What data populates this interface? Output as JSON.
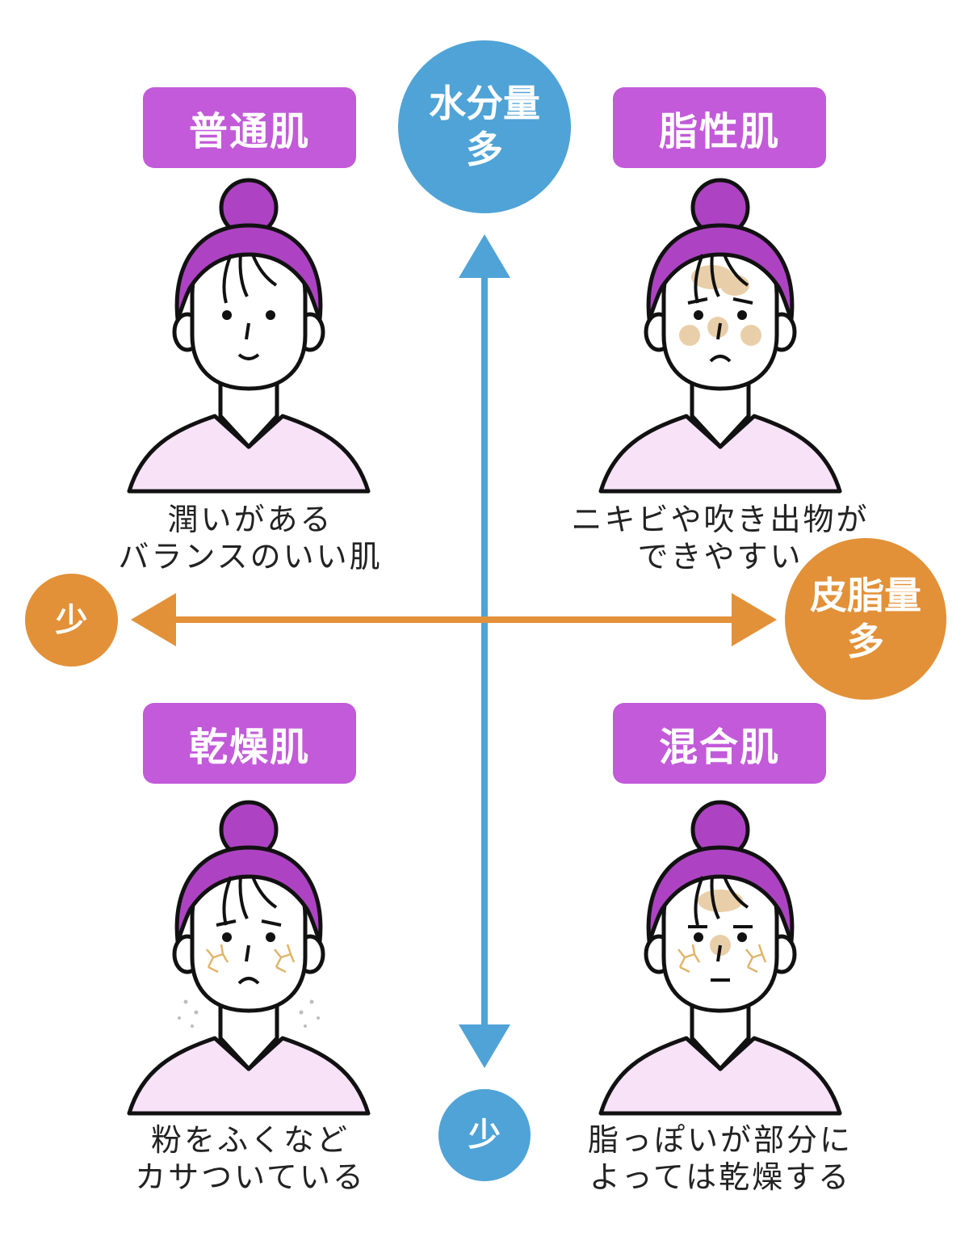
{
  "colors": {
    "purple": "#C25AD9",
    "blue": "#4FA3D6",
    "orange": "#E29138",
    "hair": "#AD43C2",
    "shirt": "#F7E2F8",
    "oil_spot": "#E9CFA9",
    "dry_crack": "#E0B46B"
  },
  "axes": {
    "vertical": {
      "top_line1": "水分量",
      "top_line2": "多",
      "bottom": "少"
    },
    "horizontal": {
      "right_line1": "皮脂量",
      "right_line2": "多",
      "left": "少"
    }
  },
  "quadrants": [
    {
      "name": "普通肌",
      "desc_line1": "潤いがある",
      "desc_line2": "バランスのいい肌",
      "expression": "smile",
      "icons": []
    },
    {
      "name": "脂性肌",
      "desc_line1": "ニキビや吹き出物が",
      "desc_line2": "できやすい",
      "expression": "worried",
      "icons": [
        "oil-spots"
      ]
    },
    {
      "name": "乾燥肌",
      "desc_line1": "粉をふくなど",
      "desc_line2": "カサついている",
      "expression": "worried",
      "icons": [
        "dry-cracks",
        "dry-flakes"
      ]
    },
    {
      "name": "混合肌",
      "desc_line1": "脂っぽいが部分に",
      "desc_line2": "よっては乾燥する",
      "expression": "neutral",
      "icons": [
        "oil-spots",
        "dry-cracks"
      ]
    }
  ]
}
